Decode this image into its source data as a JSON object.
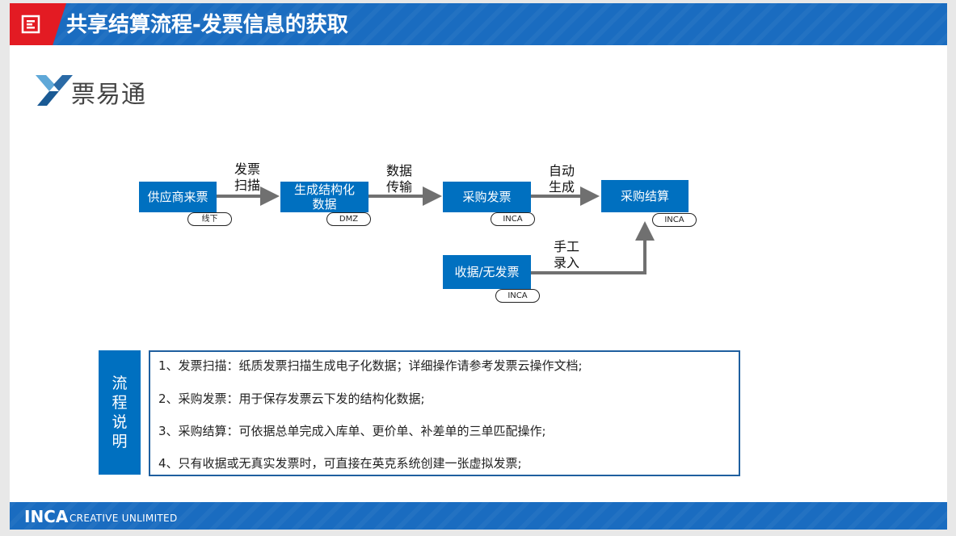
{
  "header": {
    "title": "共享结算流程-发票信息的获取"
  },
  "brand": {
    "name": "票易通"
  },
  "flow": {
    "nodes": {
      "supplier": {
        "label": "供应商来票",
        "tag": "线下"
      },
      "structure": {
        "label": "生成结构化数据",
        "tag": "DMZ"
      },
      "purchase_invoice": {
        "label": "采购发票",
        "tag": "INCA"
      },
      "purchase_settle": {
        "label": "采购结算",
        "tag": "INCA"
      },
      "receipt": {
        "label": "收据/无发票",
        "tag": "INCA"
      }
    },
    "edges": {
      "scan": {
        "line1": "发票",
        "line2": "扫描"
      },
      "transfer": {
        "line1": "数据",
        "line2": "传输"
      },
      "auto": {
        "line1": "自动",
        "line2": "生成"
      },
      "manual": {
        "line1": "手工",
        "line2": "录入"
      }
    }
  },
  "description": {
    "title_chars": [
      "流",
      "程",
      "说",
      "明"
    ],
    "lines": [
      "1、发票扫描：纸质发票扫描生成电子化数据；详细操作请参考发票云操作文档;",
      "2、采购发票：用于保存发票云下发的结构化数据;",
      "3、采购结算：可依据总单完成入库单、更价单、补差单的三单匹配操作;",
      "4、只有收据或无真实发票时，可直接在英克系统创建一张虚拟发票;"
    ]
  },
  "footer": {
    "brand": "INCA",
    "tagline": "CREATIVE UNLIMITED"
  },
  "colors": {
    "header_blue": "#1a6cc0",
    "accent_red": "#e31b23",
    "node_blue": "#0070c0",
    "arrow_gray": "#707070"
  }
}
